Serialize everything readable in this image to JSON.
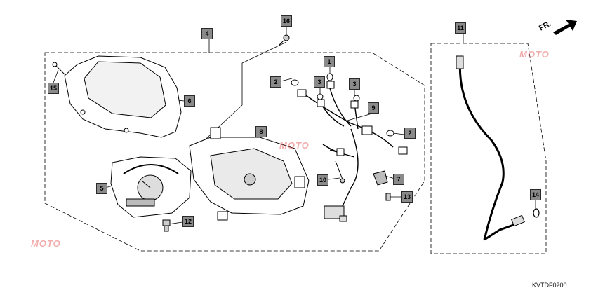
{
  "diagram_code": "KVTDF0200",
  "front_label": "FR.",
  "watermark_text": "MOTO",
  "callouts": [
    "1",
    "2",
    "3",
    "4",
    "5",
    "6",
    "7",
    "8",
    "9",
    "10",
    "11",
    "12",
    "13",
    "14",
    "15",
    "16"
  ],
  "colors": {
    "callout_fill": "#8a8a8a",
    "line": "#000000",
    "watermark": "#e86a6a"
  }
}
